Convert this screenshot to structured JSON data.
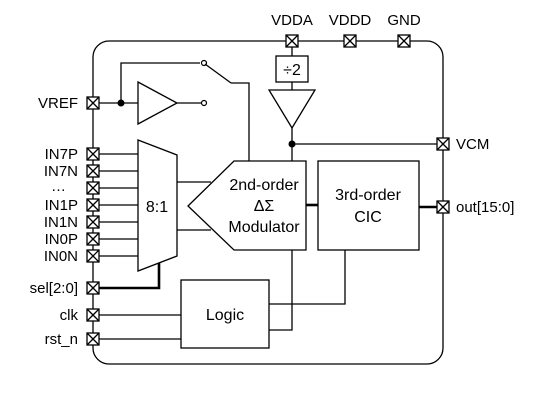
{
  "top_pins": [
    "VDDA",
    "VDDD",
    "GND"
  ],
  "left_pins": {
    "vref": "VREF",
    "inputs": [
      "IN7P",
      "IN7N",
      "…",
      "IN1P",
      "IN1N",
      "IN0P",
      "IN0N"
    ],
    "sel": "sel[2:0]",
    "clk": "clk",
    "rst": "rst_n"
  },
  "right_pins": {
    "vcm": "VCM",
    "out": "out[15:0]"
  },
  "blocks": {
    "divider": "÷2",
    "mux": "8:1",
    "modulator": [
      "2nd-order",
      "ΔΣ",
      "Modulator"
    ],
    "cic": [
      "3rd-order",
      "CIC"
    ],
    "logic": "Logic"
  }
}
